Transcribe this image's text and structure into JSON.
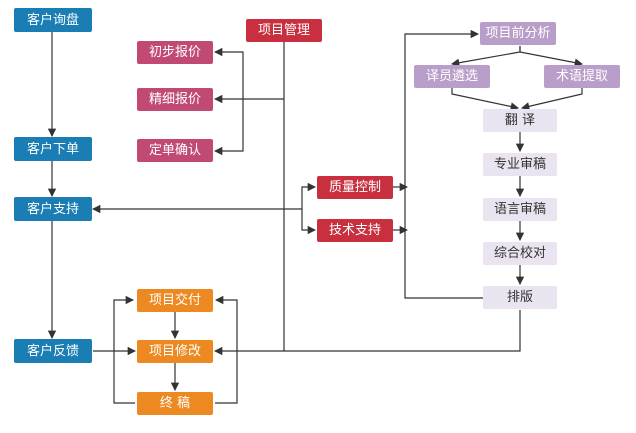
{
  "client": {
    "inquiry": "客户询盘",
    "order": "客户下单",
    "support": "客户支持",
    "feedback": "客户反馈"
  },
  "management": {
    "title": "项目管理",
    "quotes": [
      "初步报价",
      "精细报价",
      "定单确认"
    ],
    "quality_control": "质量控制",
    "tech_support": "技术支持"
  },
  "delivery": {
    "deliver": "项目交付",
    "revise": "项目修改",
    "final": "终 稿"
  },
  "workflow": {
    "analysis": "项目前分析",
    "translator_select": "译员遴选",
    "term_extract": "术语提取",
    "translate": "翻 译",
    "pro_review": "专业审稿",
    "lang_review": "语言审稿",
    "proofread": "综合校对",
    "typeset": "排版"
  },
  "colors": {
    "client": "#1a7db3",
    "management": "#c8303f",
    "quotes": "#c14a74",
    "delivery": "#ec8a21",
    "analysis": "#b89ec8",
    "steps": "#e9e4f0",
    "line": "#333333"
  }
}
